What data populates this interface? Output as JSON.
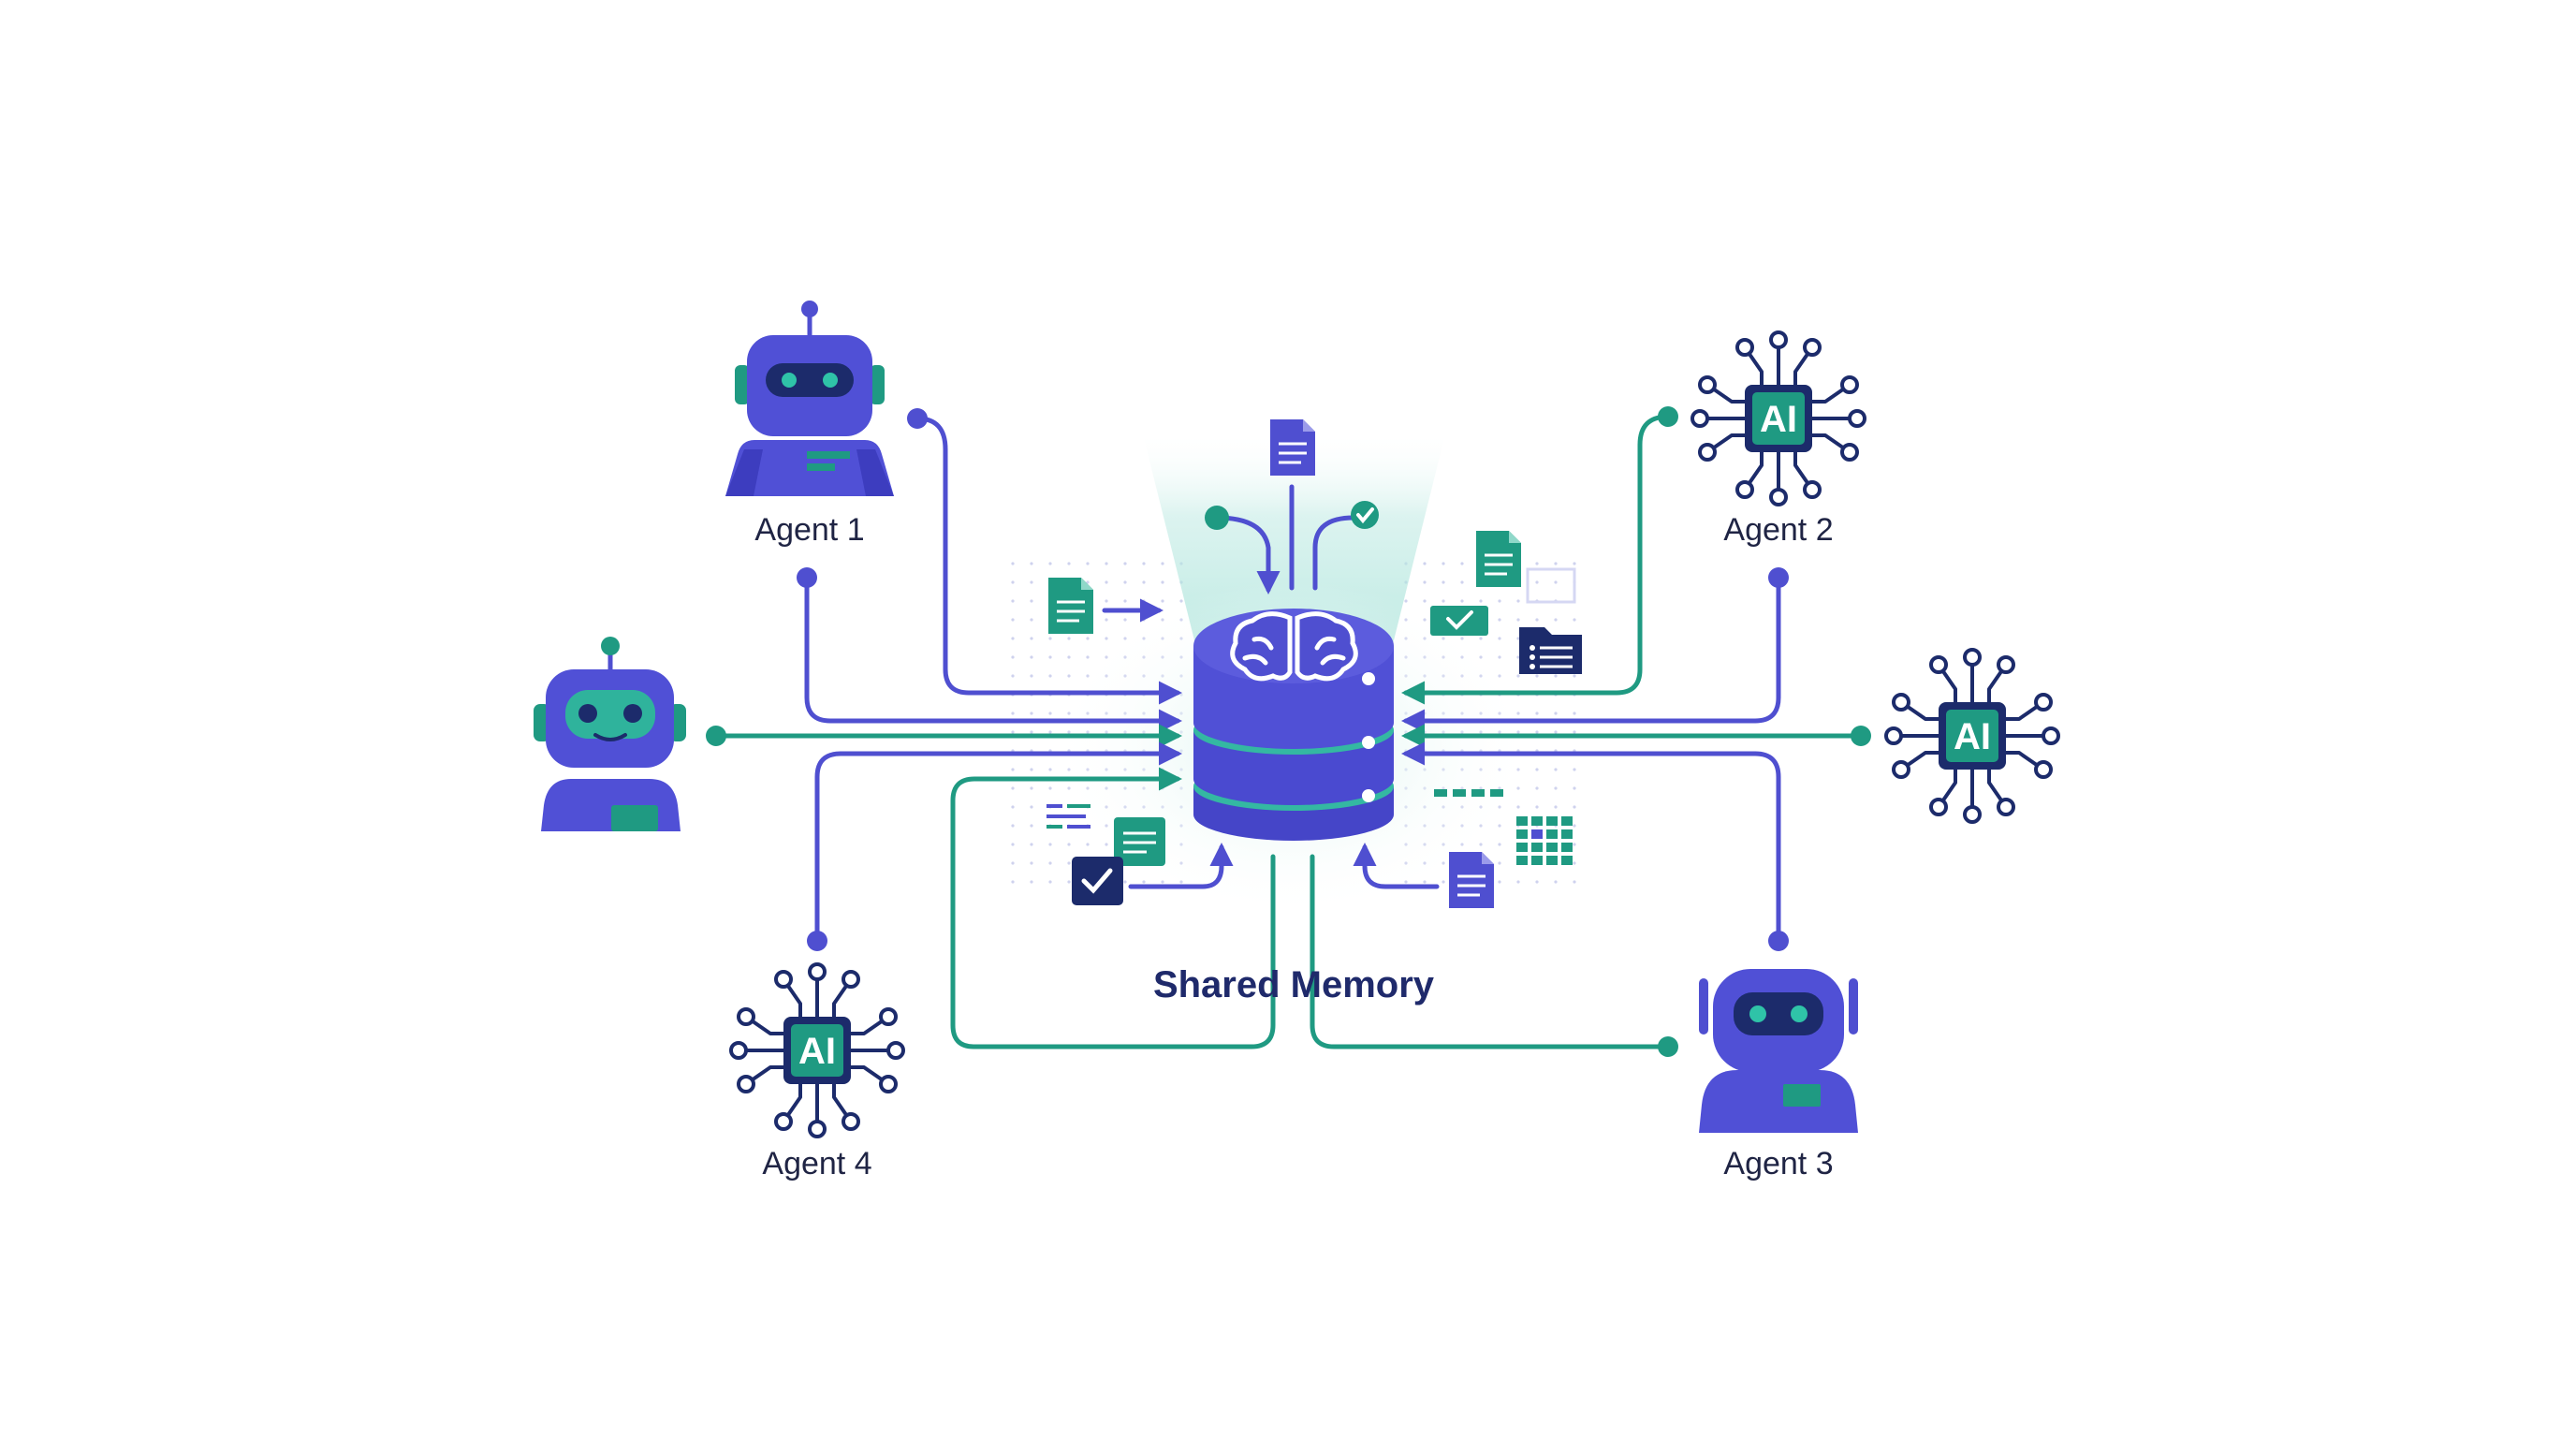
{
  "diagram": {
    "center_label": "Shared Memory",
    "chip_text": "AI",
    "agents": [
      {
        "label": "Agent 1"
      },
      {
        "label": "Agent 2"
      },
      {
        "label": "Agent 3"
      },
      {
        "label": "Agent 4"
      }
    ]
  },
  "colors": {
    "indigo": "#4f4fd0",
    "teal": "#1f9a82",
    "navy": "#1c2b6b",
    "light_indigo": "#c9ccf0",
    "glow": "#d9f3ef"
  }
}
